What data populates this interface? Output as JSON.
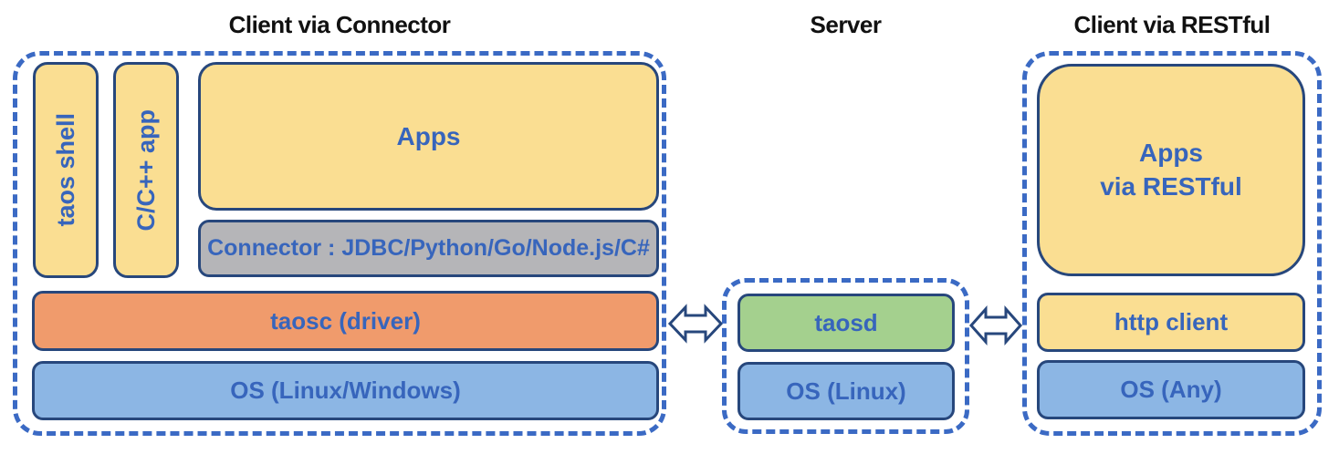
{
  "titles": {
    "connector_client": "Client via Connector",
    "server": "Server",
    "restful_client": "Client via RESTful"
  },
  "connector_client": {
    "taos_shell": "taos shell",
    "cpp_app": "C/C++ app",
    "apps": "Apps",
    "connector": "Connector : JDBC/Python/Go/Node.js/C#",
    "taosc": "taosc (driver)",
    "os": "OS (Linux/Windows)"
  },
  "server": {
    "taosd": "taosd",
    "os": "OS (Linux)"
  },
  "restful_client": {
    "apps_line1": "Apps",
    "apps_line2": "via RESTful",
    "http_client": "http client",
    "os": "OS (Any)"
  },
  "icons": {
    "left_arrow": "bidirectional-arrow",
    "right_arrow": "bidirectional-arrow"
  },
  "colors": {
    "box_fill_yellow": "#fade92",
    "box_fill_gray": "#b5b5b8",
    "box_fill_orange": "#f09b6c",
    "box_fill_blue": "#8cb6e4",
    "box_fill_green": "#a4d08e",
    "box_border_navy": "#27477c",
    "label_blue": "#3765bc",
    "dashed_border_blue": "#3b6ac4",
    "title_black": "#111111"
  }
}
